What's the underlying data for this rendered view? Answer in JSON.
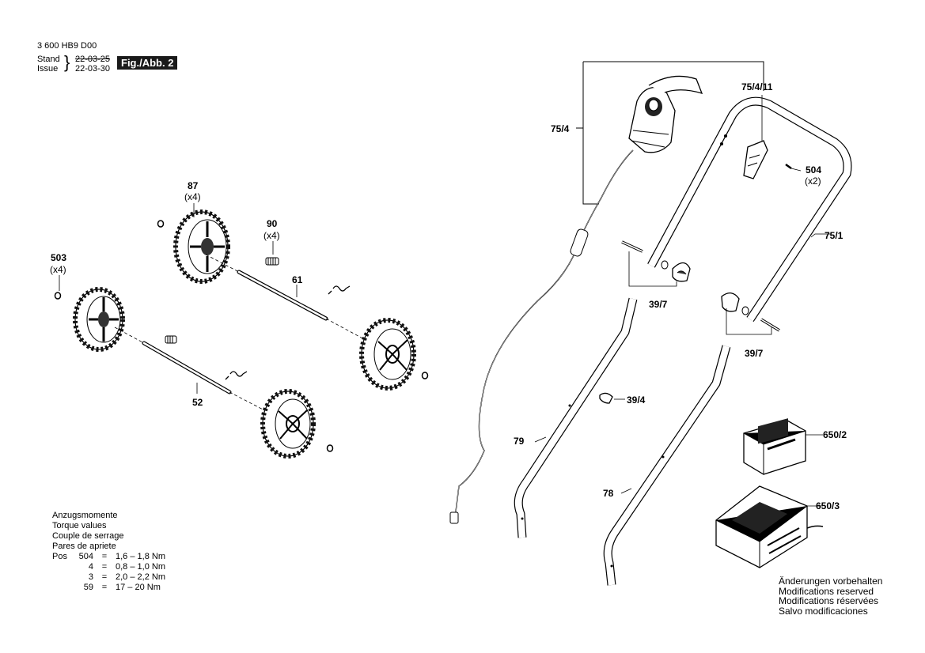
{
  "header": {
    "doc_number": "3 600 HB9 D00",
    "stand_label": "Stand",
    "issue_label": "Issue",
    "stand_date_struck": "22-03-25",
    "issue_date": "22-03-30",
    "figure_badge": "Fig./Abb. 2"
  },
  "parts": {
    "p87": "87",
    "p87_qty": "(x4)",
    "p90": "90",
    "p90_qty": "(x4)",
    "p503": "503",
    "p503_qty": "(x4)",
    "p61": "61",
    "p52": "52",
    "p75_4": "75/4",
    "p75_4_11": "75/4/11",
    "p504": "504",
    "p504_qty": "(x2)",
    "p75_1": "75/1",
    "p39_7a": "39/7",
    "p39_7b": "39/7",
    "p39_4": "39/4",
    "p79": "79",
    "p78": "78",
    "p650_2": "650/2",
    "p650_3": "650/3"
  },
  "torque": {
    "titles": [
      "Anzugsmomente",
      "Torque values",
      "Couple de serrage",
      "Pares de apriete"
    ],
    "pos_label": "Pos",
    "rows": [
      {
        "pos": "504",
        "eq": "=",
        "value": "1,6 – 1,8 Nm"
      },
      {
        "pos": "4",
        "eq": "=",
        "value": "0,8 – 1,0 Nm"
      },
      {
        "pos": "3",
        "eq": "=",
        "value": "2,0 – 2,2 Nm"
      },
      {
        "pos": "59",
        "eq": "=",
        "value": "17 – 20 Nm"
      }
    ]
  },
  "disclaimer": [
    "Änderungen vorbehalten",
    "Modifications reserved",
    "Modifications réservées",
    "Salvo modificaciones"
  ]
}
